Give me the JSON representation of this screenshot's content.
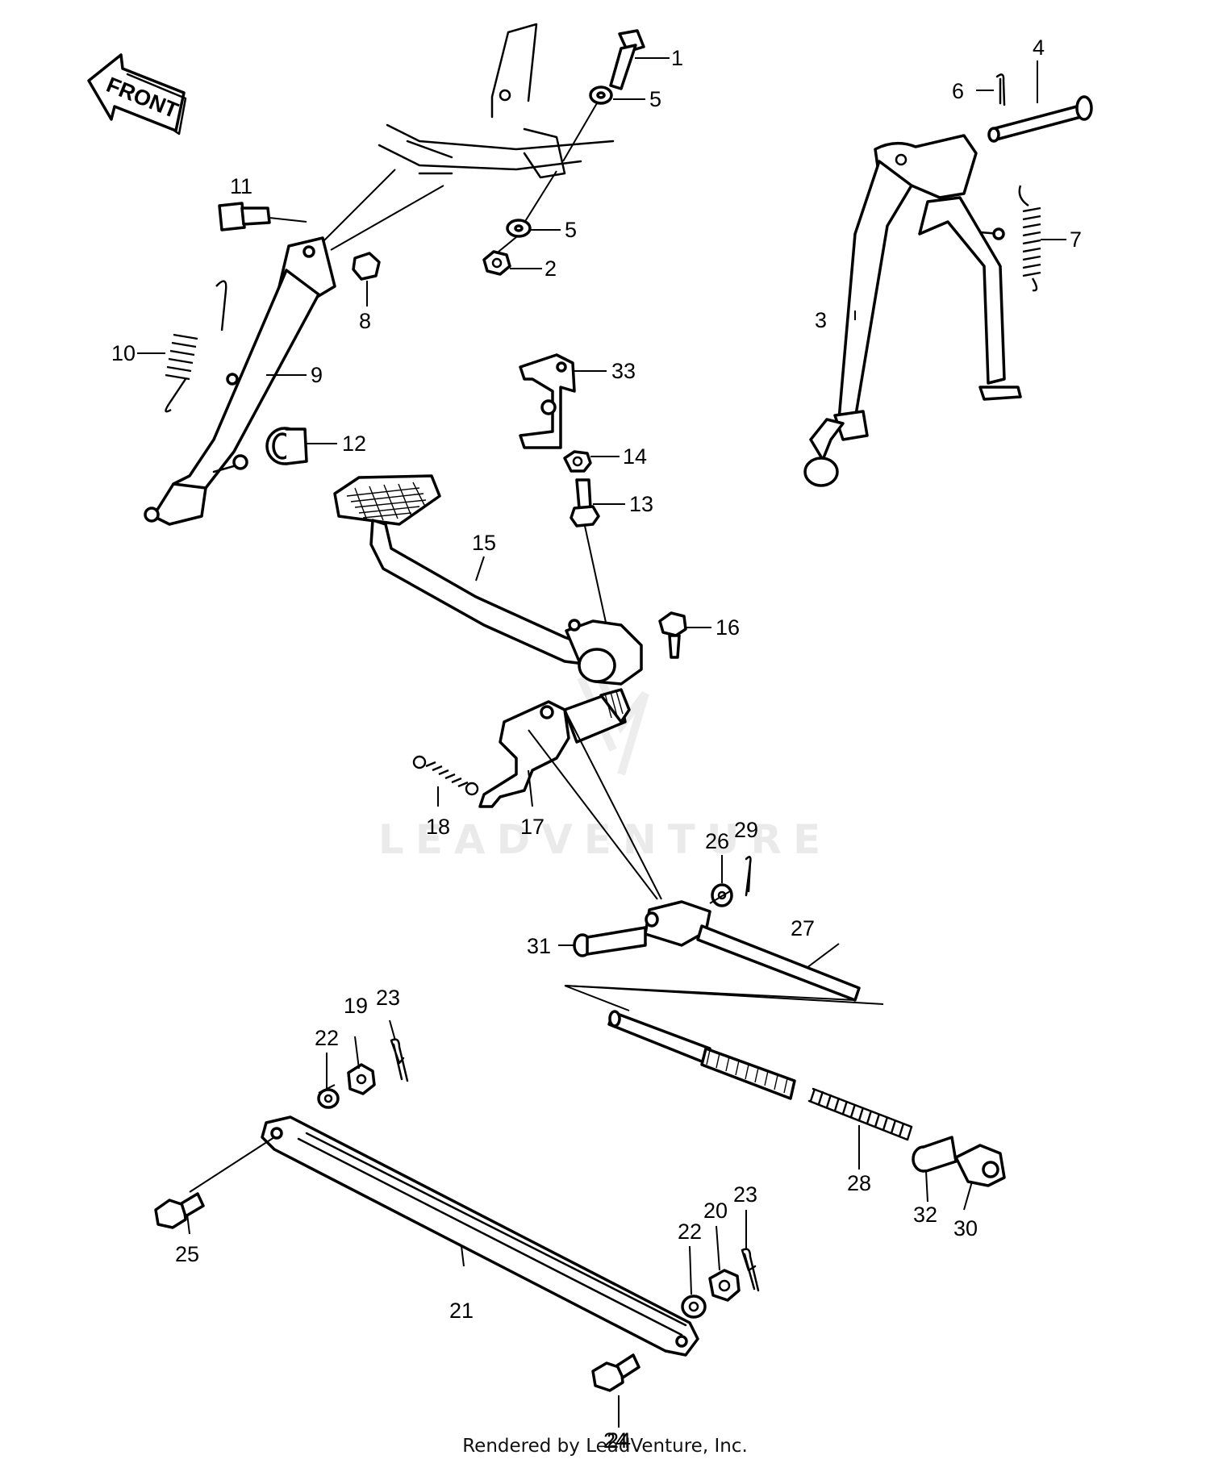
{
  "diagram": {
    "front_arrow_label": "FRONT",
    "watermark": "LEADVENTURE",
    "credit": "Rendered by LeadVenture, Inc.",
    "callouts": [
      "1",
      "2",
      "3",
      "4",
      "5",
      "5",
      "6",
      "7",
      "8",
      "9",
      "10",
      "11",
      "12",
      "13",
      "14",
      "15",
      "16",
      "17",
      "18",
      "19",
      "20",
      "21",
      "22",
      "22",
      "23",
      "23",
      "24",
      "25",
      "26",
      "27",
      "28",
      "29",
      "30",
      "31",
      "32",
      "33"
    ]
  }
}
